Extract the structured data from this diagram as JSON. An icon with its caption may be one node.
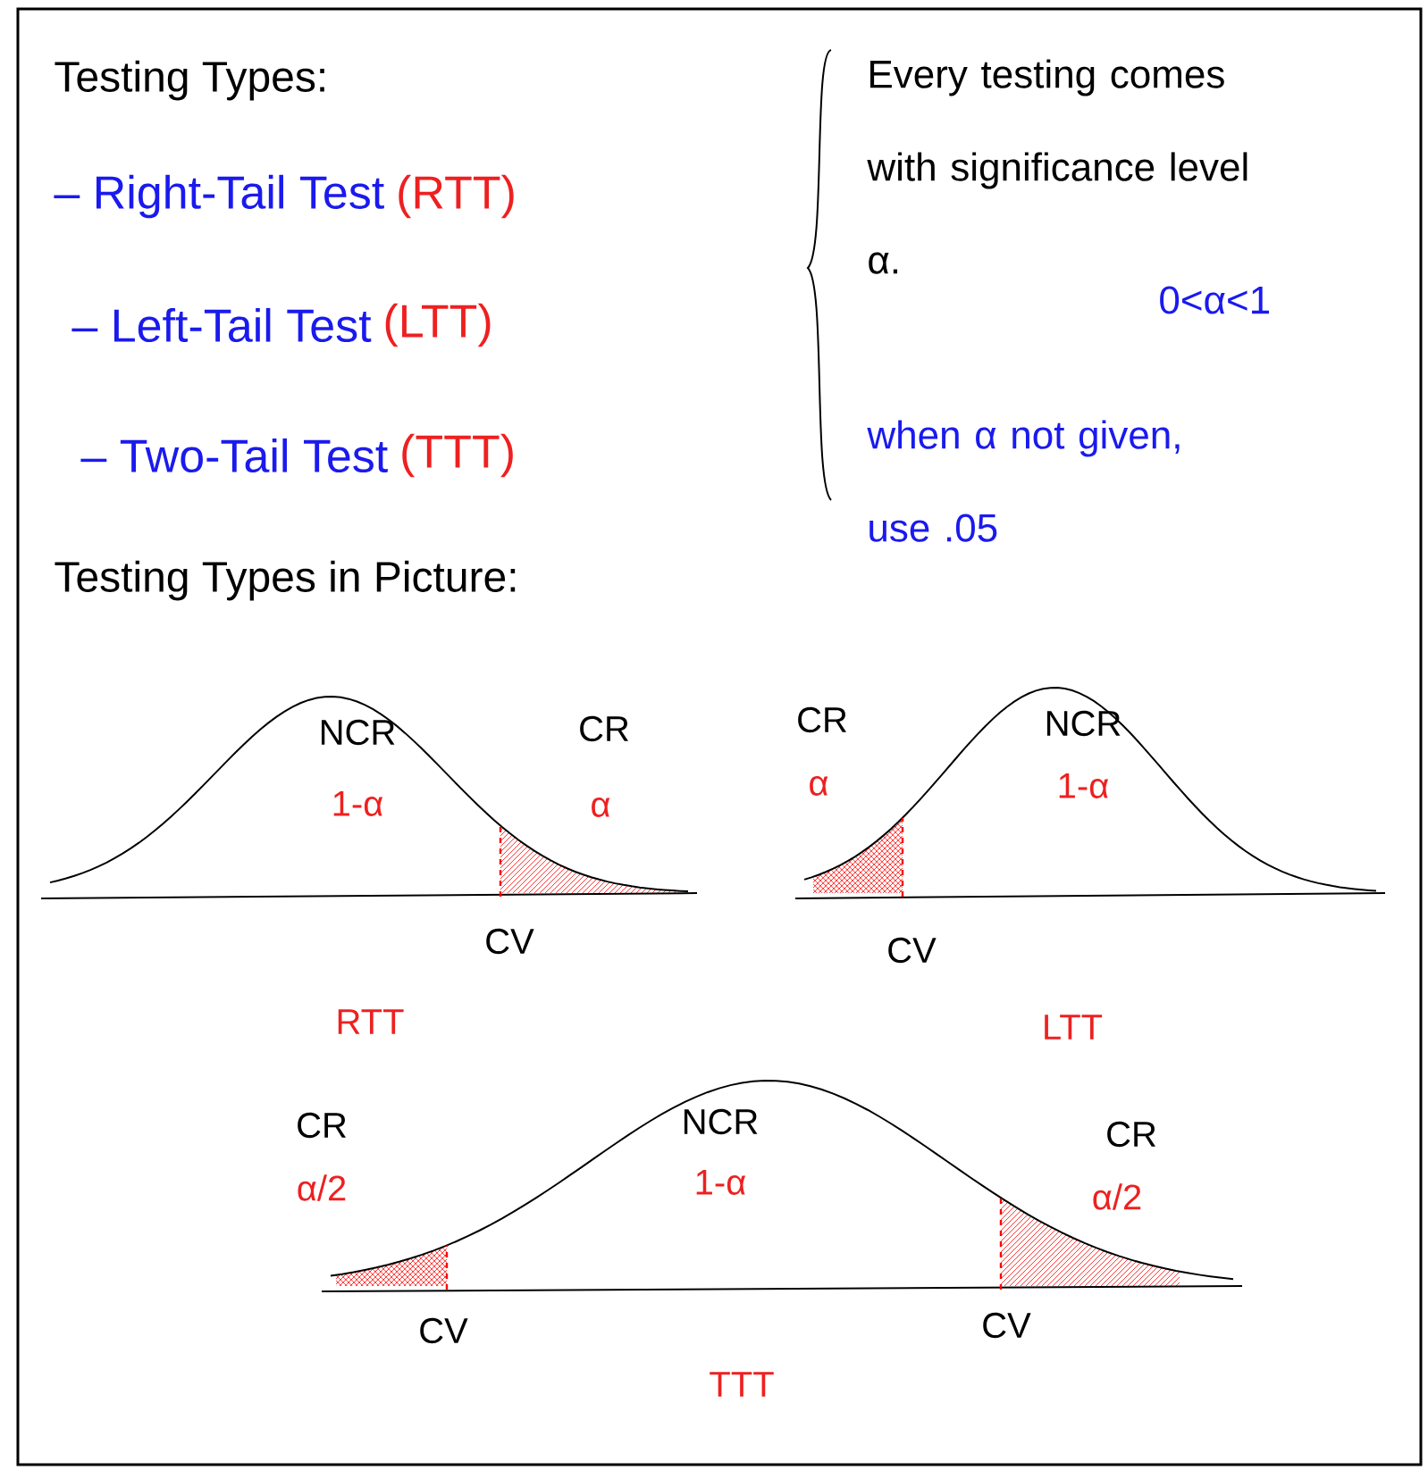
{
  "diagram": {
    "labels": [
      "Testing Types:",
      "– Right-Tail Test",
      "(RTT)",
      "– Left-Tail Test",
      "(LTT)",
      "– Two-Tail Test",
      "(TTT)",
      "Every testing comes with significance level α.",
      "0<α<1",
      "when α not given, use .05",
      "Testing Types in Picture:",
      "NCR",
      "1-α",
      "CR",
      "α",
      "CV",
      "RTT",
      "CR",
      "α",
      "NCR",
      "1-α",
      "CV",
      "LTT",
      "CR",
      "α/2",
      "NCR",
      "1-α",
      "CR",
      "α/2",
      "CV",
      "CV",
      "TTT"
    ]
  }
}
